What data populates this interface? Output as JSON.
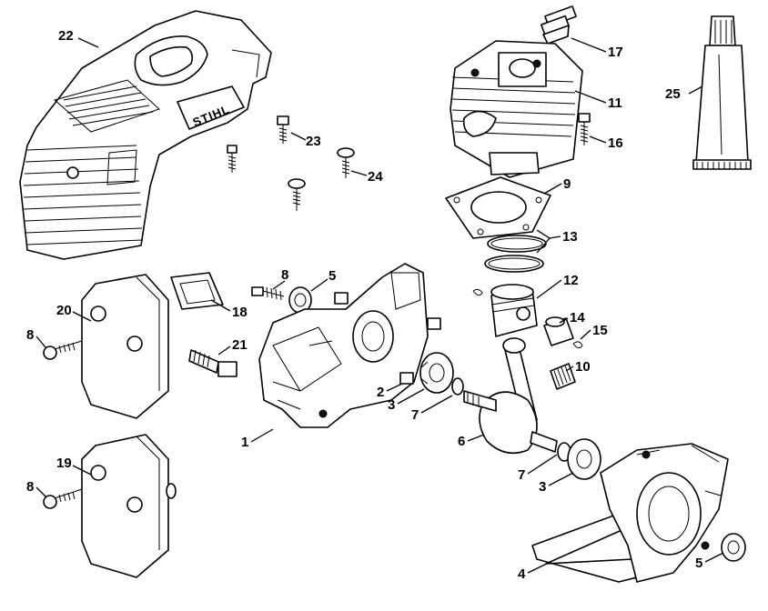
{
  "brand_mark": "STIHL",
  "callouts": [
    {
      "id": "c22",
      "text": "22"
    },
    {
      "id": "c23",
      "text": "23"
    },
    {
      "id": "c24",
      "text": "24"
    },
    {
      "id": "c17",
      "text": "17"
    },
    {
      "id": "c11",
      "text": "11"
    },
    {
      "id": "c16",
      "text": "16"
    },
    {
      "id": "c25",
      "text": "25"
    },
    {
      "id": "c9",
      "text": "9"
    },
    {
      "id": "c13",
      "text": "13"
    },
    {
      "id": "c12",
      "text": "12"
    },
    {
      "id": "c14",
      "text": "14"
    },
    {
      "id": "c15",
      "text": "15"
    },
    {
      "id": "c10",
      "text": "10"
    },
    {
      "id": "c8a",
      "text": "8"
    },
    {
      "id": "c5a",
      "text": "5"
    },
    {
      "id": "c18",
      "text": "18"
    },
    {
      "id": "c20",
      "text": "20"
    },
    {
      "id": "c8b",
      "text": "8"
    },
    {
      "id": "c21",
      "text": "21"
    },
    {
      "id": "c2",
      "text": "2"
    },
    {
      "id": "c3a",
      "text": "3"
    },
    {
      "id": "c7a",
      "text": "7"
    },
    {
      "id": "c1",
      "text": "1"
    },
    {
      "id": "c6",
      "text": "6"
    },
    {
      "id": "c19",
      "text": "19"
    },
    {
      "id": "c8c",
      "text": "8"
    },
    {
      "id": "c7b",
      "text": "7"
    },
    {
      "id": "c3b",
      "text": "3"
    },
    {
      "id": "c4",
      "text": "4"
    },
    {
      "id": "c5b",
      "text": "5"
    }
  ]
}
